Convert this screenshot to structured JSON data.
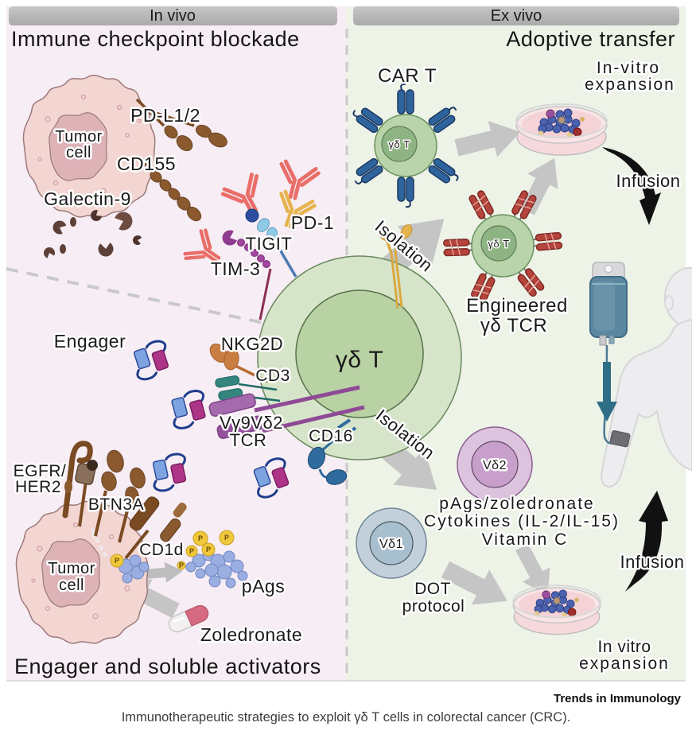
{
  "figure": {
    "panels": {
      "in_vivo": {
        "tag": "In vivo",
        "title_top": "Immune checkpoint blockade",
        "title_bottom": "Engager and soluble activators"
      },
      "ex_vivo": {
        "tag": "Ex vivo",
        "title": "Adoptive transfer"
      }
    },
    "center_cell": {
      "label": "γδ T"
    },
    "checkpoint": {
      "tumor_line1": "Tumor",
      "tumor_line2": "cell",
      "pdl12": "PD-L1/2",
      "cd155": "CD155",
      "galectin9": "Galectin-9",
      "pd1": "PD-1",
      "tigit": "TIGIT",
      "tim3": "TIM-3"
    },
    "engager_section": {
      "engager": "Engager",
      "nkg2d": "NKG2D",
      "cd3": "CD3",
      "tcr_line1": "Vγ9Vδ2",
      "tcr_line2": "TCR",
      "cd16": "CD16",
      "egfr_line1": "EGFR/",
      "egfr_line2": "HER2",
      "btn3a": "BTN3A",
      "cd1d": "CD1d",
      "tumor_line1": "Tumor",
      "tumor_line2": "cell",
      "pags": "pAgs",
      "p_marker": "P",
      "zoledronate": "Zoledronate"
    },
    "adoptive": {
      "car_t": "CAR T",
      "car_t_nucleus": "γδ T",
      "invitro_top_line1": "In-vitro",
      "invitro_top_line2": "expansion",
      "infusion_top": "Infusion",
      "engineered_nucleus": "γδ T",
      "engineered_line1": "Engineered",
      "engineered_line2": "γδ TCR",
      "isolation_top": "Isolation",
      "isolation_bottom": "Isolation",
      "vd2": "Vδ2",
      "vd1": "Vδ1",
      "stimuli_line1": "pAgs/zoledronate",
      "stimuli_line2": "Cytokines (IL-2/IL-15)",
      "stimuli_line3": "Vitamin C",
      "dot_line1": "DOT",
      "dot_line2": "protocol",
      "invitro_bottom_line1": "In vitro",
      "invitro_bottom_line2": "expansion",
      "infusion_bottom": "Infusion"
    }
  },
  "footer": {
    "brand": "Trends in Immunology",
    "caption": "Immunotherapeutic strategies to exploit γδ T cells in colorectal cancer (CRC)."
  },
  "appearance": {
    "colors": {
      "panel_in_vivo_bg": "#f7edf4",
      "panel_ex_vivo_bg": "#eef3e8",
      "header_bar": "#b7b7b7",
      "cell_outer_green": "#d6e4ca",
      "cell_inner_green": "#b9d2a4",
      "tumor_cell": "#f3d6d2",
      "tumor_nucleus": "#ddb3b8",
      "antibody_red": "#e96d68",
      "antibody_yellow": "#e5b34b",
      "tigit_blue": "#8ec9e6",
      "tim3_purple": "#a1459f",
      "nkg2d_orange": "#c97e41",
      "cd3_teal": "#35857f",
      "tcr_purple": "#a569ad",
      "cd16_blue": "#2f6b9d",
      "engager_blue": "#7da3e0",
      "engager_magenta": "#ad3487",
      "brown_ligand": "#8a5a2e",
      "car_blue": "#2e639c",
      "tcr_red": "#b5443c",
      "vd2_purple": "#c89fcb",
      "vd1_bluegray": "#a8bfcd",
      "petri_pink": "#f5d2d6",
      "petri_cell_blue": "#4a62b0",
      "iv_bag_teal": "#5b87a0",
      "body_gray": "#ededf0",
      "arrow_gray": "#c5c5c5",
      "arrow_black": "#111111",
      "pag_blue": "#9aaee2",
      "p_yellow": "#f0c83c"
    }
  }
}
